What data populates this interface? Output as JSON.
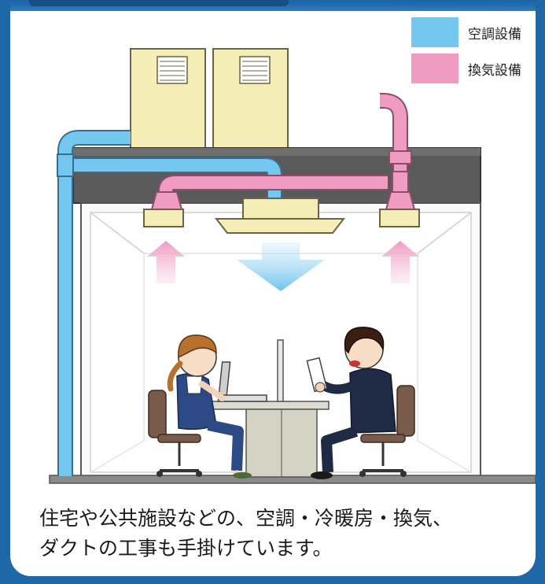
{
  "legend": {
    "items": [
      {
        "label": "空調設備",
        "color": "#74c8f0"
      },
      {
        "label": "換気設備",
        "color": "#ef9bc2"
      }
    ]
  },
  "caption": {
    "line1": "住宅や公共施設などの、空調・冷暖房・換気、",
    "line2": "ダクトの工事も手掛けています。"
  },
  "colors": {
    "frame_blue": "#1d69a8",
    "ac_blue": "#74c8f0",
    "vent_pink": "#ef9bc2",
    "unit_cream": "#f4eeb6",
    "ceiling_gray": "#595959"
  }
}
